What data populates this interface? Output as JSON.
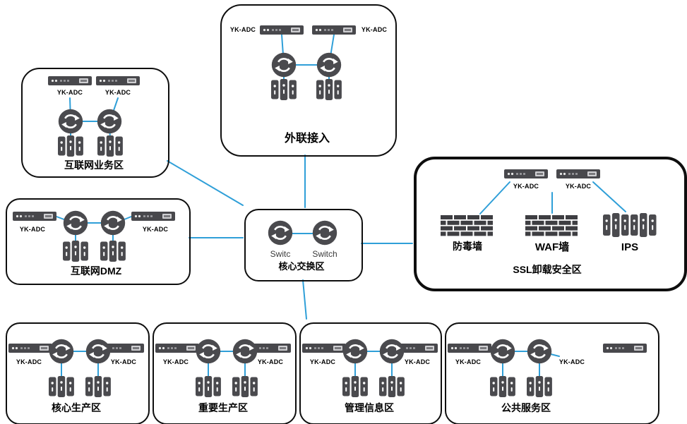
{
  "colors": {
    "connection_line": "#2f9fd8",
    "icon_dark": "#48484c",
    "zone_border": "#0e0e0e"
  },
  "zones": {
    "external_access": {
      "label": "外联接入",
      "adc_left": "YK-ADC",
      "adc_right": "YK-ADC"
    },
    "internet_business": {
      "label": "互联网业务区",
      "adc_left": "YK-ADC",
      "adc_right": "YK-ADC"
    },
    "internet_dmz": {
      "label": "互联网DMZ",
      "adc_left": "YK-ADC",
      "adc_right": "YK-ADC"
    },
    "core_switch": {
      "label": "核心交换区",
      "switch_left": "Switc",
      "switch_right": "Switch"
    },
    "ssl_offload": {
      "label": "SSL卸载安全区",
      "adc_left": "YK-ADC",
      "adc_right": "YK-ADC",
      "antivirus_wall": "防毒墙",
      "waf_wall": "WAF墙",
      "ips": "IPS"
    },
    "core_production": {
      "label": "核心生产区",
      "adc_left": "YK-ADC",
      "adc_right": "YK-ADC"
    },
    "important_production": {
      "label": "重要生产区",
      "adc_left": "YK-ADC",
      "adc_right": "YK-ADC"
    },
    "management_info": {
      "label": "管理信息区",
      "adc_left": "YK-ADC",
      "adc_right": "YK-ADC"
    },
    "public_service": {
      "label": "公共服务区",
      "adc_left": "YK-ADC",
      "adc_right": "YK-ADC"
    }
  }
}
